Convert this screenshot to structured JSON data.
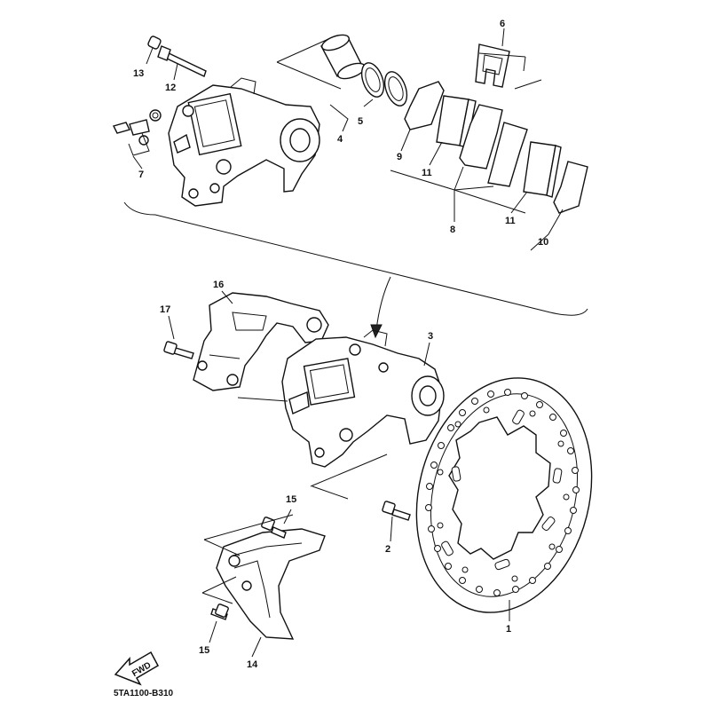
{
  "diagram_code": "5TA1100-B310",
  "fwd_label": "FWD",
  "callouts": {
    "c1": "1",
    "c2": "2",
    "c3": "3",
    "c4": "4",
    "c5": "5",
    "c6": "6",
    "c7": "7",
    "c8": "8",
    "c9": "9",
    "c10": "10",
    "c11a": "11",
    "c11b": "11",
    "c12": "12",
    "c13": "13",
    "c14": "14",
    "c15a": "15",
    "c15b": "15",
    "c16": "16",
    "c17": "17"
  }
}
